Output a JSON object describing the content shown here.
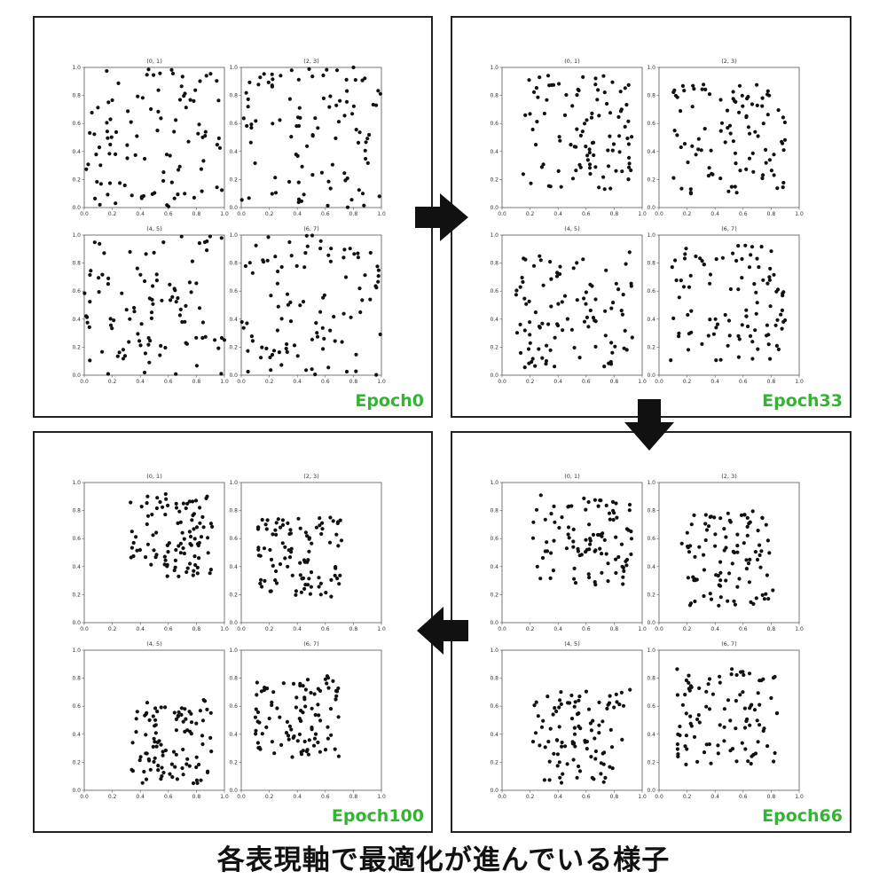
{
  "panels": [
    {
      "epoch_label": "Epoch0"
    },
    {
      "epoch_label": "Epoch33"
    },
    {
      "epoch_label": "Epoch66"
    },
    {
      "epoch_label": "Epoch100"
    }
  ],
  "subplot_titles": [
    "(0, 1)",
    "(2, 3)",
    "(4, 5)",
    "(6, 7)"
  ],
  "tick_labels": [
    "0.0",
    "0.2",
    "0.4",
    "0.6",
    "0.8",
    "1.0"
  ],
  "caption": "各表現軸で最適化が進んでいる様子",
  "colors": {
    "epoch_text": "#33b533",
    "frame": "#222222",
    "dots": "#111111",
    "arrows": "#111111"
  },
  "chart_data": [
    {
      "type": "scatter",
      "epoch": "Epoch0",
      "subplot": "(0, 1)",
      "x_range": [
        0.0,
        1.0
      ],
      "y_range": [
        0.0,
        1.0
      ]
    },
    {
      "type": "scatter",
      "epoch": "Epoch0",
      "subplot": "(2, 3)",
      "x_range": [
        0.0,
        1.0
      ],
      "y_range": [
        0.0,
        1.0
      ]
    },
    {
      "type": "scatter",
      "epoch": "Epoch0",
      "subplot": "(4, 5)",
      "x_range": [
        0.0,
        1.0
      ],
      "y_range": [
        0.0,
        1.0
      ]
    },
    {
      "type": "scatter",
      "epoch": "Epoch0",
      "subplot": "(6, 7)",
      "x_range": [
        0.0,
        1.0
      ],
      "y_range": [
        0.0,
        1.0
      ]
    },
    {
      "type": "scatter",
      "epoch": "Epoch33",
      "subplot": "(0, 1)",
      "x_range": [
        0.15,
        0.95
      ],
      "y_range": [
        0.13,
        0.95
      ]
    },
    {
      "type": "scatter",
      "epoch": "Epoch33",
      "subplot": "(2, 3)",
      "x_range": [
        0.1,
        0.9
      ],
      "y_range": [
        0.1,
        0.9
      ]
    },
    {
      "type": "scatter",
      "epoch": "Epoch33",
      "subplot": "(4, 5)",
      "x_range": [
        0.1,
        0.93
      ],
      "y_range": [
        0.05,
        0.88
      ]
    },
    {
      "type": "scatter",
      "epoch": "Epoch33",
      "subplot": "(6, 7)",
      "x_range": [
        0.08,
        0.9
      ],
      "y_range": [
        0.1,
        0.93
      ]
    },
    {
      "type": "scatter",
      "epoch": "Epoch66",
      "subplot": "(0, 1)",
      "x_range": [
        0.22,
        0.93
      ],
      "y_range": [
        0.25,
        0.92
      ]
    },
    {
      "type": "scatter",
      "epoch": "Epoch66",
      "subplot": "(2, 3)",
      "x_range": [
        0.15,
        0.82
      ],
      "y_range": [
        0.12,
        0.8
      ]
    },
    {
      "type": "scatter",
      "epoch": "Epoch66",
      "subplot": "(4, 5)",
      "x_range": [
        0.22,
        0.92
      ],
      "y_range": [
        0.05,
        0.72
      ]
    },
    {
      "type": "scatter",
      "epoch": "Epoch66",
      "subplot": "(6, 7)",
      "x_range": [
        0.12,
        0.85
      ],
      "y_range": [
        0.18,
        0.87
      ]
    },
    {
      "type": "scatter",
      "epoch": "Epoch100",
      "subplot": "(0, 1)",
      "x_range": [
        0.33,
        0.92
      ],
      "y_range": [
        0.33,
        0.92
      ]
    },
    {
      "type": "scatter",
      "epoch": "Epoch100",
      "subplot": "(2, 3)",
      "x_range": [
        0.12,
        0.72
      ],
      "y_range": [
        0.17,
        0.75
      ]
    },
    {
      "type": "scatter",
      "epoch": "Epoch100",
      "subplot": "(4, 5)",
      "x_range": [
        0.33,
        0.92
      ],
      "y_range": [
        0.05,
        0.65
      ]
    },
    {
      "type": "scatter",
      "epoch": "Epoch100",
      "subplot": "(6, 7)",
      "x_range": [
        0.1,
        0.7
      ],
      "y_range": [
        0.23,
        0.82
      ]
    }
  ]
}
